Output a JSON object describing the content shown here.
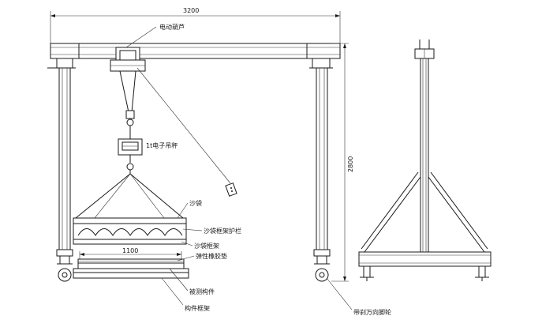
{
  "dimensions": {
    "width_label": "3200",
    "height_label": "2800",
    "plate_label": "1100"
  },
  "labels": {
    "hoist": "电动葫芦",
    "scale": "1t电子吊秤",
    "sandbag": "沙袋",
    "sandbag_guard": "沙袋框架护栏",
    "sandbag_frame": "沙袋框架",
    "rubber_pad": "弹性橡胶垫",
    "test_piece": "被测构件",
    "piece_frame": "构件框架",
    "caster": "带刹万向脚轮"
  }
}
